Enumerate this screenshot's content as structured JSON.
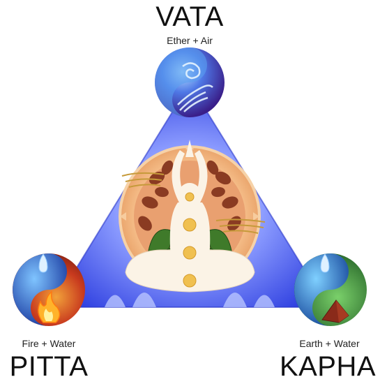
{
  "doshas": {
    "vata": {
      "name": "VATA",
      "elements": "Ether + Air"
    },
    "pitta": {
      "name": "PITTA",
      "elements": "Fire + Water"
    },
    "kapha": {
      "name": "KAPHA",
      "elements": "Earth + Water"
    }
  },
  "colors": {
    "triangle": "#4a5cf0",
    "triangle_glow": "#c8d0ff",
    "mandala": "#f6c89a",
    "leaf_dark": "#8a3b22",
    "leaf_green": "#3f7a2a",
    "figure": "#fbf3e6",
    "chakra": "#f0c050",
    "vata_orb": "#3e5fd8",
    "pitta_orb_red": "#c83a1e",
    "pitta_orb_blue": "#1e4fb8",
    "kapha_orb_green": "#2f8a3a",
    "kapha_orb_blue": "#1e5fc0"
  },
  "icons": {
    "vata": "air-swirl-icon",
    "pitta": "fire-water-yinyang-icon",
    "kapha": "earth-water-yinyang-icon",
    "center": "meditating-figure-icon"
  }
}
